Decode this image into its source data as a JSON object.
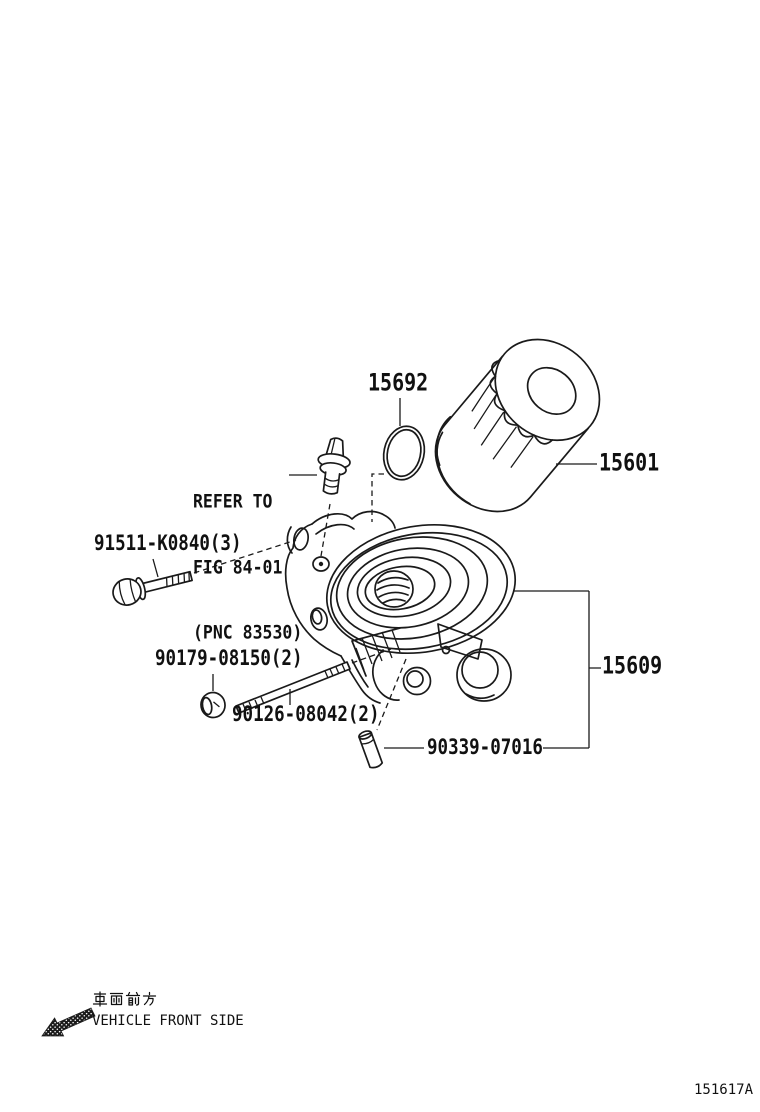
{
  "diagram": {
    "figure_code": "151617A",
    "callouts": {
      "oil_filter": "15601",
      "gasket": "15692",
      "bracket": "15609",
      "bolt": "91511-K0840(3)",
      "nut": "90179-08150(2)",
      "stud": "90126-08042(2)",
      "plug": "90339-07016"
    },
    "reference_note": {
      "line1": "REFER TO",
      "line2": "FIG 84-01",
      "line3": "(PNC 83530)"
    },
    "vehicle_front": {
      "ja": "車両前方",
      "en": "VEHICLE FRONT SIDE"
    }
  }
}
